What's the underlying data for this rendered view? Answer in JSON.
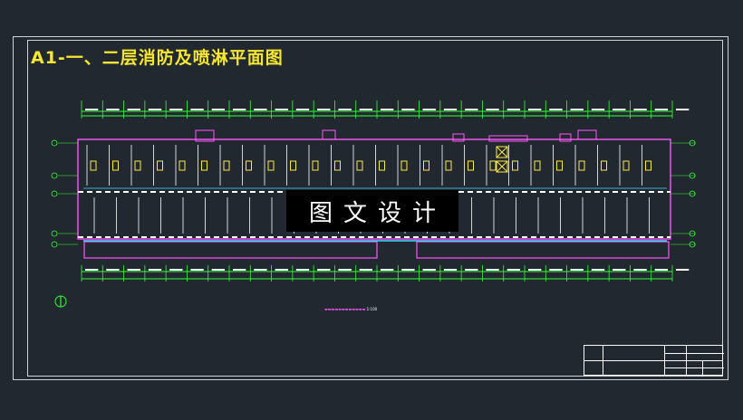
{
  "drawing": {
    "title": "A1-一、二层消防及喷淋平面图",
    "watermark": "图文设计",
    "scale_caption": "1:100",
    "north_symbol": "⊕"
  },
  "colors": {
    "background": "#212830",
    "frame": "#cfd3d6",
    "title": "#f5e631",
    "grid_axis": "#33ff33",
    "wall": "#ff55ff",
    "pipe": "#41d9ff",
    "equipment": "#ffe94a",
    "room_lines": "#ffffff"
  }
}
